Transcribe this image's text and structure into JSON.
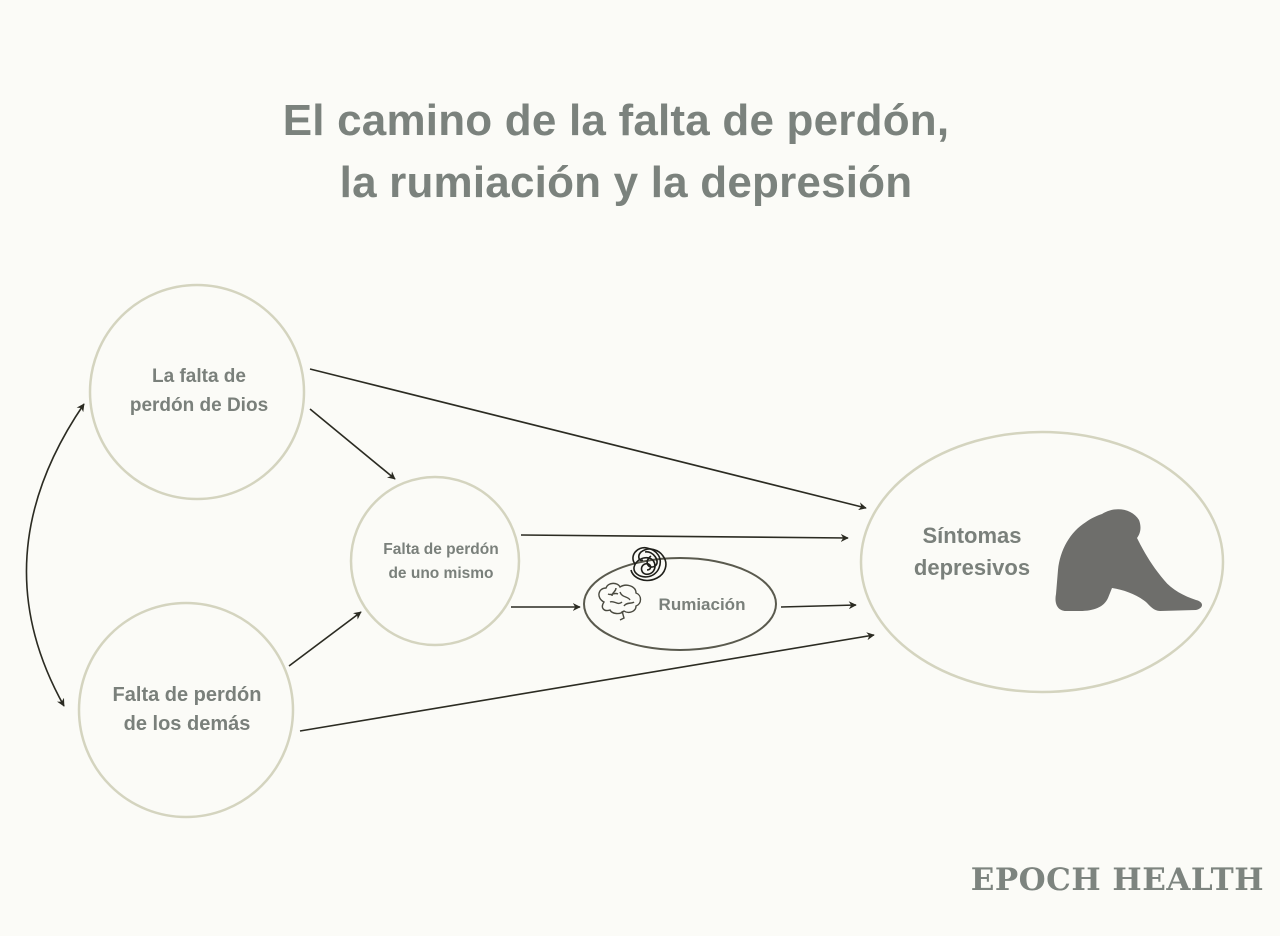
{
  "title": {
    "line1": "El camino de la falta de perdón,",
    "line2": "la rumiación y la depresión"
  },
  "nodes": {
    "god": {
      "line1": "La falta de",
      "line2": "perdón de Dios"
    },
    "self": {
      "line1": "Falta de perdón",
      "line2": "de uno mismo"
    },
    "others": {
      "line1": "Falta de perdón",
      "line2": "de los demás"
    },
    "rumination": {
      "label": "Rumiación"
    },
    "symptoms": {
      "line1": "Síntomas",
      "line2": "depresivos"
    }
  },
  "icons": {
    "rumination": [
      "brain-icon",
      "tangled-thoughts-icon"
    ],
    "symptoms": "sad-person-silhouette-icon"
  },
  "colors": {
    "background": "#fbfbf7",
    "circle_stroke": "#d4d4bf",
    "rumination_stroke": "#5a5a4e",
    "arrow": "#2b2b22",
    "text": "#7a807b",
    "silhouette": "#6e6e6b"
  },
  "brand": "EPOCH HEALTH"
}
